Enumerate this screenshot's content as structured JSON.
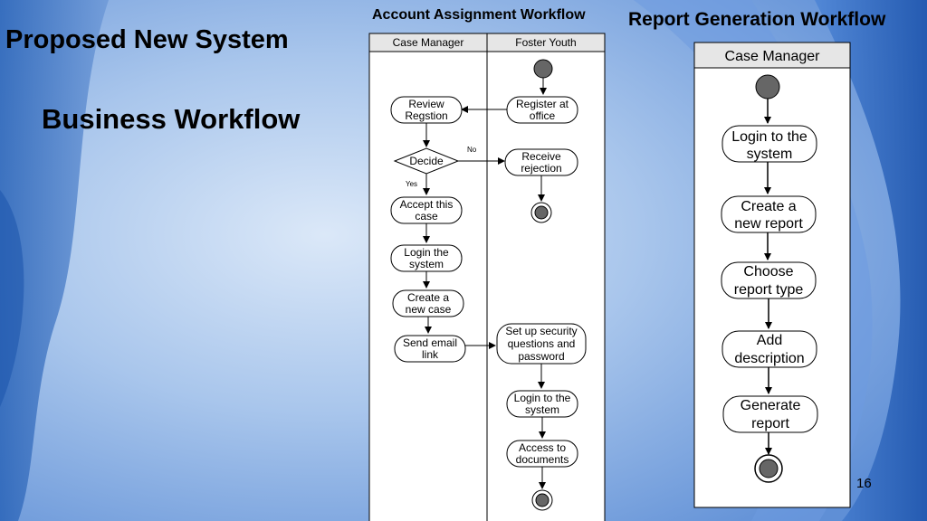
{
  "slide": {
    "title": "Proposed New System",
    "subtitle": "Business Workflow",
    "page_number": "16"
  },
  "account_workflow": {
    "title": "Account Assignment Workflow",
    "lanes": [
      "Case Manager",
      "Foster Youth"
    ],
    "nodes": {
      "review": [
        "Review",
        "Regstion"
      ],
      "decide": [
        "Decide"
      ],
      "accept": [
        "Accept this",
        "case"
      ],
      "login_cm": [
        "Login the",
        "system"
      ],
      "create_case": [
        "Create a",
        "new case"
      ],
      "send_email": [
        "Send email",
        "link"
      ],
      "register": [
        "Register at",
        "office"
      ],
      "rejection": [
        "Receive",
        "rejection"
      ],
      "security": [
        "Set up security",
        "questions and",
        "password"
      ],
      "login_fy": [
        "Login to the",
        "system"
      ],
      "access": [
        "Access to",
        "documents"
      ]
    },
    "labels": {
      "no": "No",
      "yes": "Yes"
    }
  },
  "report_workflow": {
    "title": "Report Generation Workflow",
    "lane": "Case Manager",
    "nodes": {
      "login": [
        "Login to the",
        "system"
      ],
      "create": [
        "Create a",
        "new report"
      ],
      "choose": [
        "Choose",
        "report type"
      ],
      "add": [
        "Add",
        "description"
      ],
      "generate": [
        "Generate",
        "report"
      ]
    }
  },
  "colors": {
    "bg_light": "#c9def5",
    "bg_mid": "#8fb3e3",
    "bg_dark": "#1b58b8",
    "panel": "#ffffff",
    "header": "#e6e6e6",
    "stroke": "#000000"
  }
}
